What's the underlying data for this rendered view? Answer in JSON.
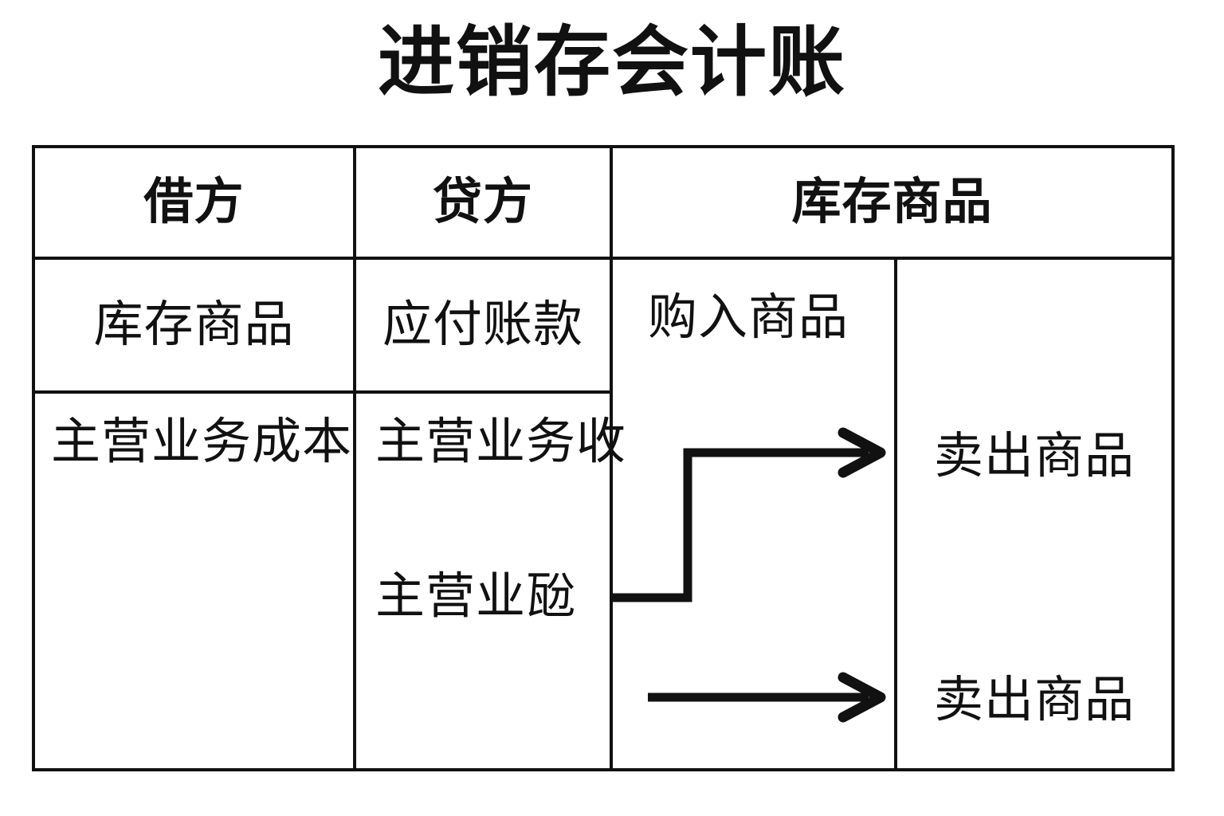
{
  "title": "进销存会计账",
  "table": {
    "headers": [
      {
        "label": "借方"
      },
      {
        "label": "贷方"
      },
      {
        "label": "库存商品"
      }
    ],
    "rows": [
      {
        "debit": "库存商品",
        "credit": "应付账款",
        "stock_left": "购入商品",
        "stock_right": ""
      },
      {
        "debit": "主营业务成本",
        "credit_line1": "主营业务收",
        "credit_line2": "主营业瓰",
        "stock_right_1": "卖出商品",
        "stock_right_2": "卖出商品"
      }
    ]
  },
  "arrows": [
    {
      "name": "elbow-arrow-revenue-to-sold-goods",
      "type": "elbow",
      "from_label": "主营业瓰",
      "to_label": "卖出商品",
      "color": "#111111"
    },
    {
      "name": "straight-arrow-to-sold-goods",
      "type": "straight",
      "to_label": "卖出商品",
      "color": "#111111"
    }
  ],
  "colors": {
    "ink": "#111111",
    "background": "#ffffff",
    "border": "#111111"
  }
}
